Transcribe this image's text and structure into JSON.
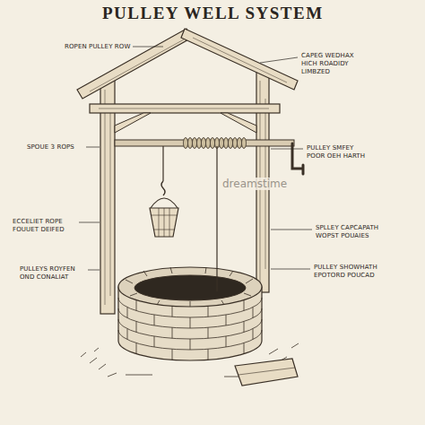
{
  "diagram": {
    "title": "PULLEY WELL SYSTEM",
    "labels": [
      "ROPEN PULLEY ROW",
      "CAPEG WEDHAX HICH ROADIDY LIMBZED",
      "SPOUE 3 ROPS",
      "PULLEY SMFEY POOR OEH HARTH",
      "ECCELIET ROPE FOUUET DEIFED",
      "SPLLEY CAPCAPATH WOPST POUAIES",
      "PULLEYS ROYFEN OND CONALIAT",
      "PULLEY SHOWHATH EPOTORD POUCAD",
      "dreamstime"
    ]
  }
}
